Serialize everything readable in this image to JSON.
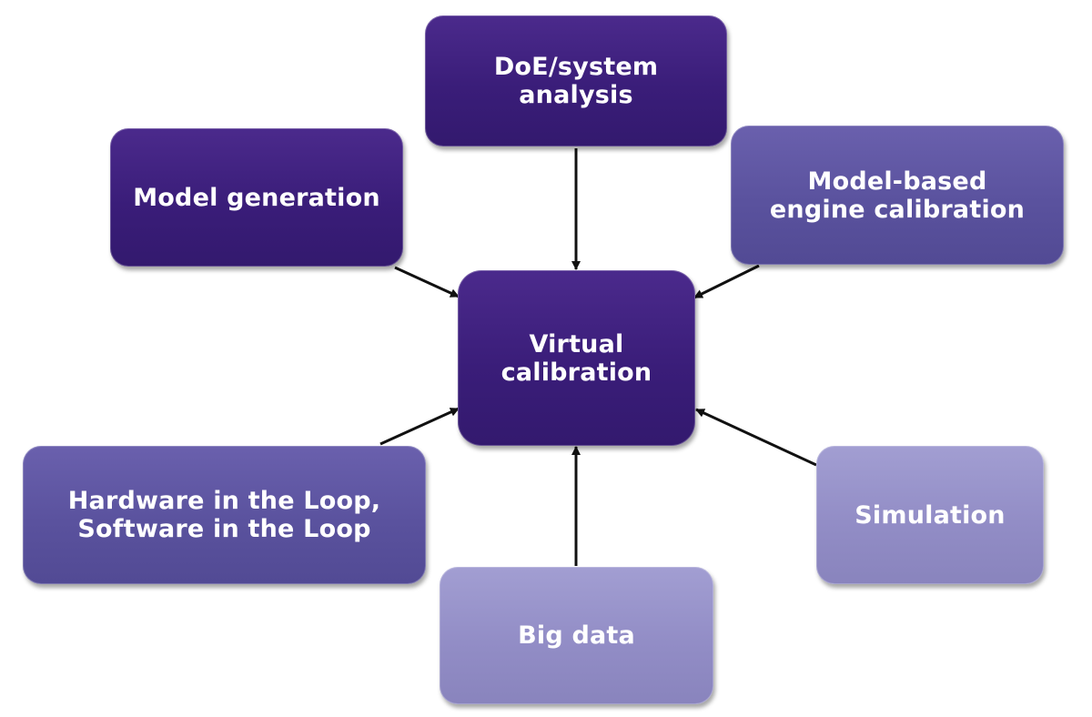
{
  "nodes": {
    "center": {
      "label": "Virtual\ncalibration"
    },
    "doe": {
      "label": "DoE/system\nanalysis"
    },
    "model_generation": {
      "label": "Model generation"
    },
    "model_based": {
      "label": "Model-based\nengine calibration"
    },
    "hil_sil": {
      "label": "Hardware in the Loop,\nSoftware in the Loop"
    },
    "big_data": {
      "label": "Big data"
    },
    "simulation": {
      "label": "Simulation"
    }
  },
  "colors": {
    "dark": "#3a1d79",
    "mid": "#5a529e",
    "light": "#928dc6",
    "arrow": "#111111"
  }
}
